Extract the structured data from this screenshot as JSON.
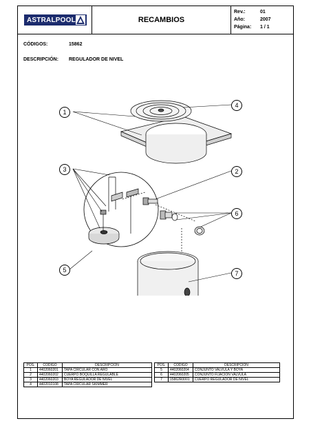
{
  "header": {
    "brand": "ASTRALPOOL",
    "title": "RECAMBIOS",
    "rev_label": "Rev.:",
    "rev_value": "01",
    "year_label": "Año:",
    "year_value": "2007",
    "page_label": "Página:",
    "page_value": "1 / 1"
  },
  "info": {
    "codes_label": "CÓDIGOS:",
    "codes_value": "15862",
    "desc_label": "DESCRIPCIÓN:",
    "desc_value": "REGULADOR DE NIVEL"
  },
  "callouts": [
    "1",
    "2",
    "3",
    "4",
    "5",
    "6",
    "7"
  ],
  "table": {
    "headers": [
      "POS.",
      "CÓDIGO",
      "DESCRIPCIÓN"
    ],
    "left": [
      {
        "pos": "1",
        "code": "4402060201",
        "desc": "TAPA CIRCULAR CON ARO"
      },
      {
        "pos": "2",
        "code": "4402060202",
        "desc": "CUERPO BOQUILLA REGULABLE"
      },
      {
        "pos": "3",
        "code": "4402060203",
        "desc": "BOYA REGULADOR DE NIVEL"
      },
      {
        "pos": "4",
        "code": "4402010108",
        "desc": "TAPA CIRCULAR SKIMMER"
      }
    ],
    "right": [
      {
        "pos": "5",
        "code": "4402060204",
        "desc": "CONJUNTO VALVULA Y BOYA"
      },
      {
        "pos": "6",
        "code": "4402060205",
        "desc": "CONJUNTO FIJACION VALVULA"
      },
      {
        "pos": "7",
        "code": "15862R0001",
        "desc": "CUERPO REGULADOR DE NIVEL"
      }
    ]
  }
}
